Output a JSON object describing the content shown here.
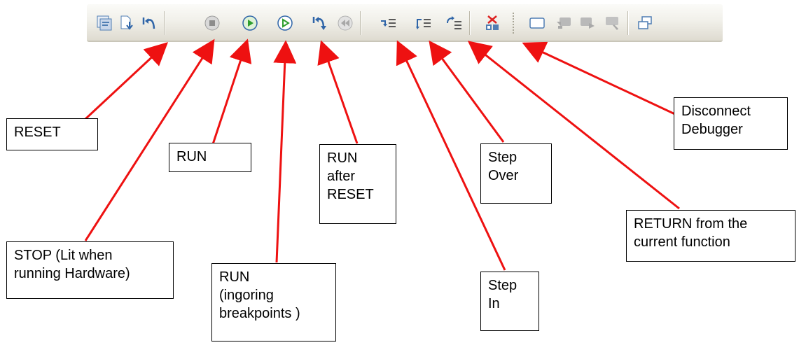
{
  "toolbar": {
    "buttons": [
      {
        "icon": "project-icon"
      },
      {
        "icon": "download-icon"
      },
      {
        "icon": "reset-icon"
      },
      {
        "icon": "stop-icon"
      },
      {
        "icon": "run-icon"
      },
      {
        "icon": "run-ignore-breakpoints-icon"
      },
      {
        "icon": "run-after-reset-icon"
      },
      {
        "icon": "rewind-icon"
      },
      {
        "icon": "step-in-icon"
      },
      {
        "icon": "step-over-icon"
      },
      {
        "icon": "step-return-icon"
      },
      {
        "icon": "disconnect-icon"
      },
      {
        "icon": "window-icon"
      },
      {
        "icon": "memory-window-icon"
      },
      {
        "icon": "register-window-icon"
      },
      {
        "icon": "watch-window-icon"
      },
      {
        "icon": "cascade-windows-icon"
      }
    ]
  },
  "callouts": {
    "reset": {
      "lines": [
        "RESET"
      ]
    },
    "run": {
      "lines": [
        "RUN"
      ]
    },
    "run_after_reset": {
      "lines": [
        "RUN",
        "after",
        "RESET"
      ]
    },
    "step_over": {
      "lines": [
        "Step",
        "Over"
      ]
    },
    "disconnect": {
      "lines": [
        "Disconnect",
        "Debugger"
      ]
    },
    "stop": {
      "lines": [
        "STOP (Lit when",
        "running Hardware)"
      ]
    },
    "run_ignore": {
      "lines": [
        "RUN",
        "(ingoring",
        "breakpoints )"
      ]
    },
    "step_in": {
      "lines": [
        "Step",
        "In"
      ]
    },
    "return": {
      "lines": [
        "RETURN from the",
        "current function"
      ]
    }
  },
  "colors": {
    "arrow": "#ee1111",
    "run_green": "#2e9e2e",
    "stop_gray": "#8c8c8c",
    "disconnect_red": "#dd2222",
    "toolbar_blue": "#4f7db3"
  }
}
